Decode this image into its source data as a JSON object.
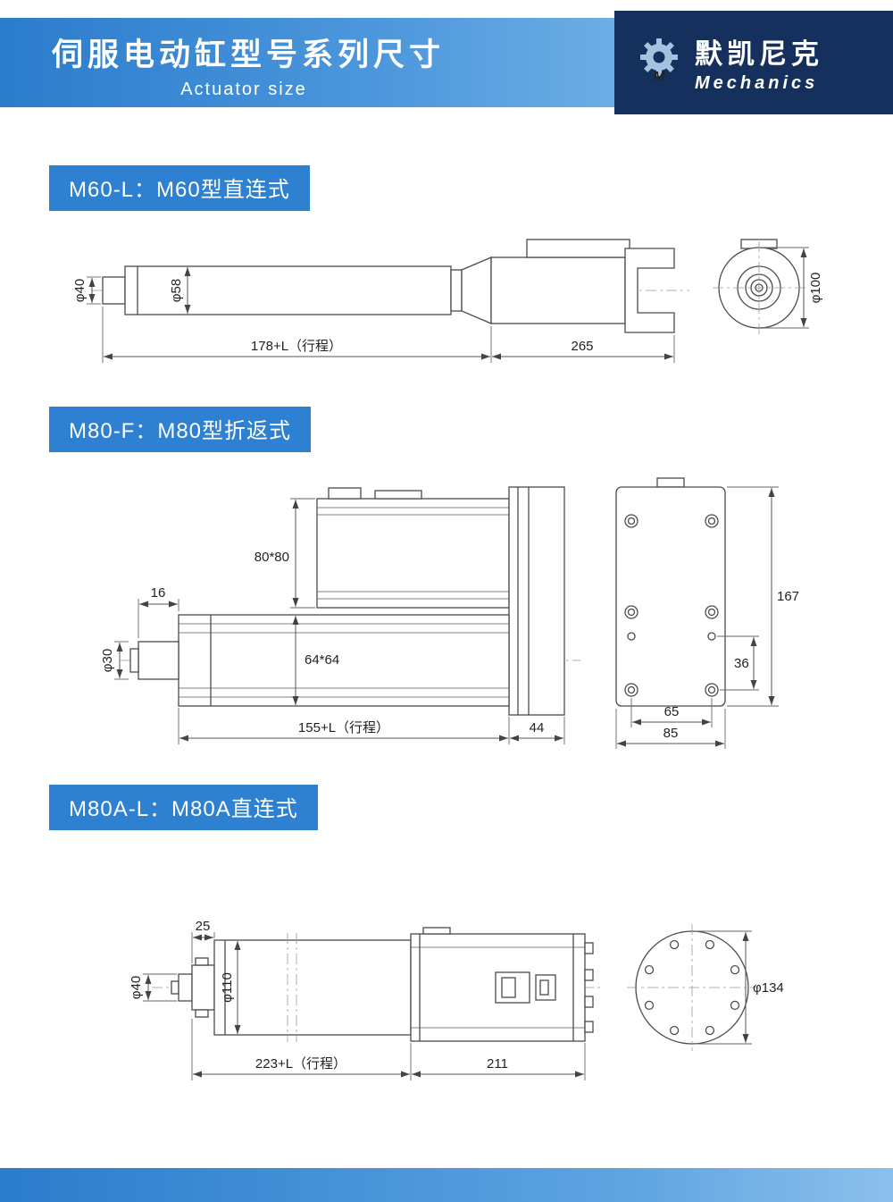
{
  "header": {
    "title_cn": "伺服电动缸型号系列尺寸",
    "title_en": "Actuator size",
    "brand_cn": "默凯尼克",
    "brand_en": "Mechanics",
    "logo_letter": "M"
  },
  "colors": {
    "accent": "#2e80d1",
    "brand_bg": "#15305c"
  },
  "sections": [
    {
      "label": "M60-L：M60型直连式",
      "dims": {
        "rod_dia": "φ40",
        "body_dia": "φ58",
        "stroke": "178+L（行程）",
        "rear_len": "265",
        "end_dia": "φ100"
      }
    },
    {
      "label": "M80-F：M80型折返式",
      "dims": {
        "front_len": "16",
        "rod_dia": "φ30",
        "motor_sec": "80*80",
        "body_sec": "64*64",
        "stroke": "155+L（行程）",
        "flange_w": "44",
        "plate_h": "167",
        "hole_gap": "36",
        "hole_span": "65",
        "plate_w": "85"
      }
    },
    {
      "label": "M80A-L：M80A直连式",
      "dims": {
        "front_len": "25",
        "rod_dia": "φ40",
        "body_dia": "φ110",
        "stroke": "223+L（行程）",
        "rear_len": "211",
        "end_dia": "φ134"
      }
    }
  ]
}
